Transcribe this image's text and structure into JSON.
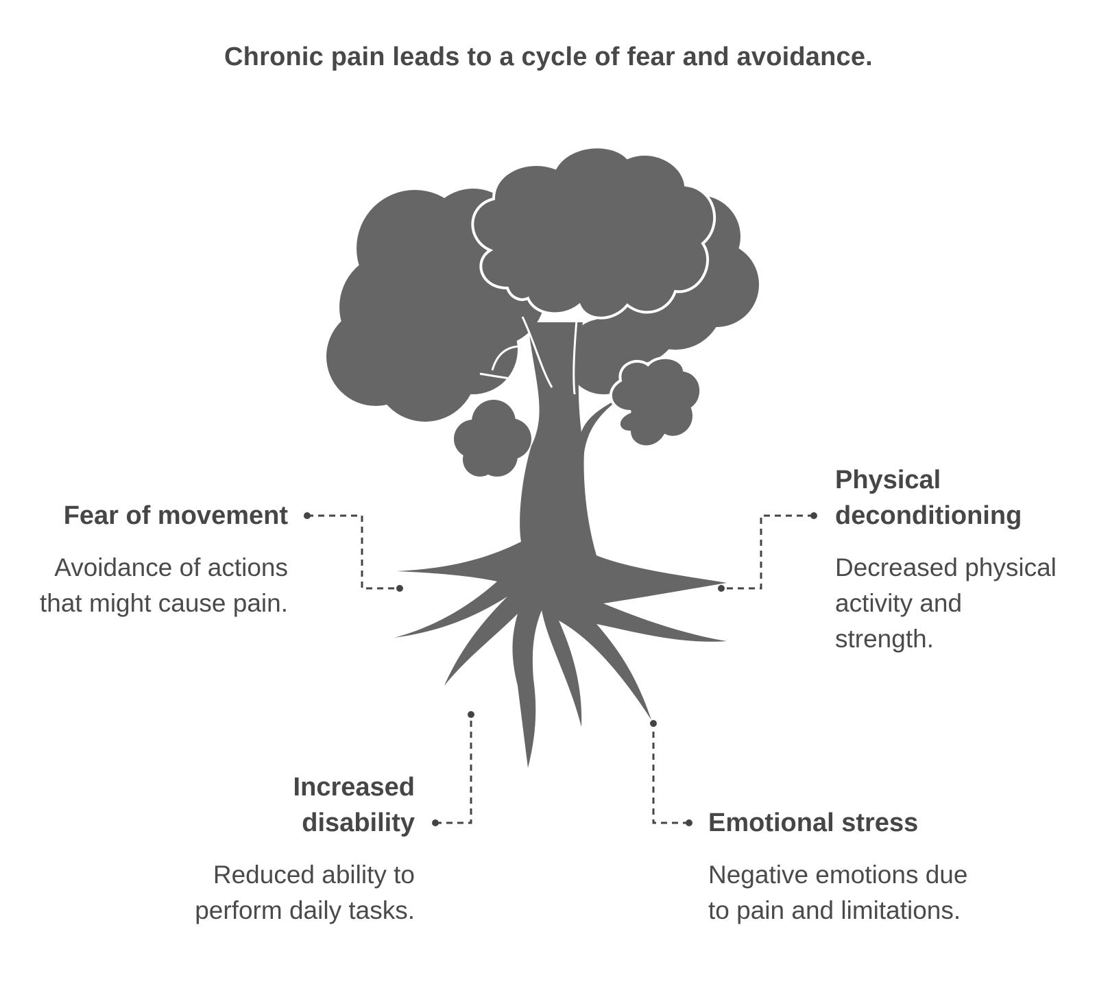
{
  "title": "Chronic pain leads to a cycle of fear and avoidance.",
  "colors": {
    "tree": "#666666",
    "outline": "#ffffff",
    "connector": "#444444",
    "text": "#464646"
  },
  "icons": [
    "tree-icon"
  ],
  "items": [
    {
      "heading": "Fear of movement",
      "description": "Avoidance of actions that might cause pain."
    },
    {
      "heading": "Physical deconditioning",
      "description": "Decreased physical activity and strength."
    },
    {
      "heading": "Increased disability",
      "description": "Reduced ability to perform daily tasks."
    },
    {
      "heading": "Emotional stress",
      "description": "Negative emotions due to pain and limitations."
    }
  ]
}
